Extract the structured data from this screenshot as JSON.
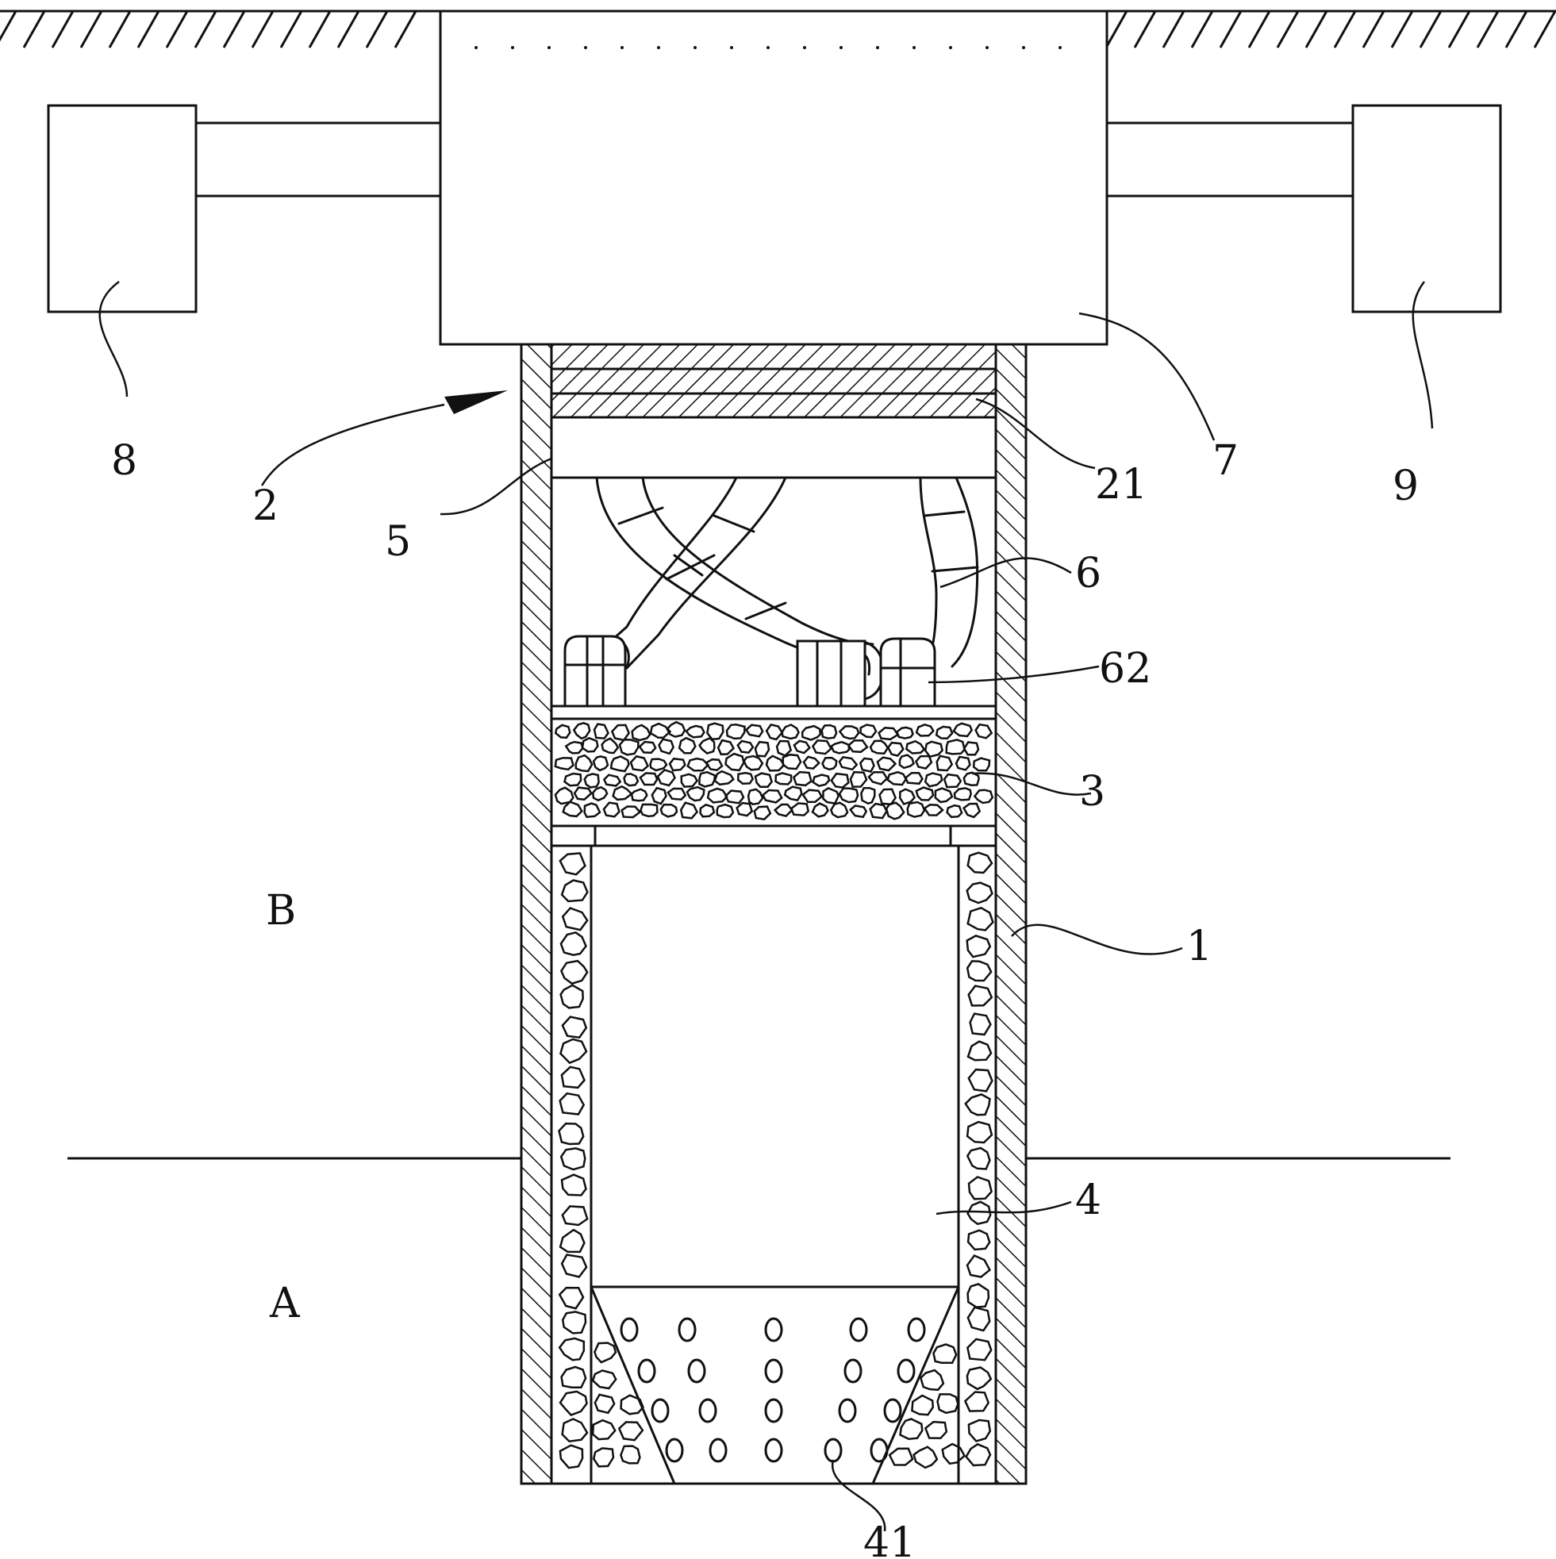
{
  "labels": {
    "part_1": "1",
    "part_2": "2",
    "part_3": "3",
    "part_4": "4",
    "part_5": "5",
    "part_6": "6",
    "part_7": "7",
    "part_8": "8",
    "part_9": "9",
    "part_21": "21",
    "part_41": "41",
    "part_62": "62",
    "zone_a": "A",
    "zone_b": "B"
  },
  "colors": {
    "line": "#111111",
    "background": "#ffffff"
  }
}
